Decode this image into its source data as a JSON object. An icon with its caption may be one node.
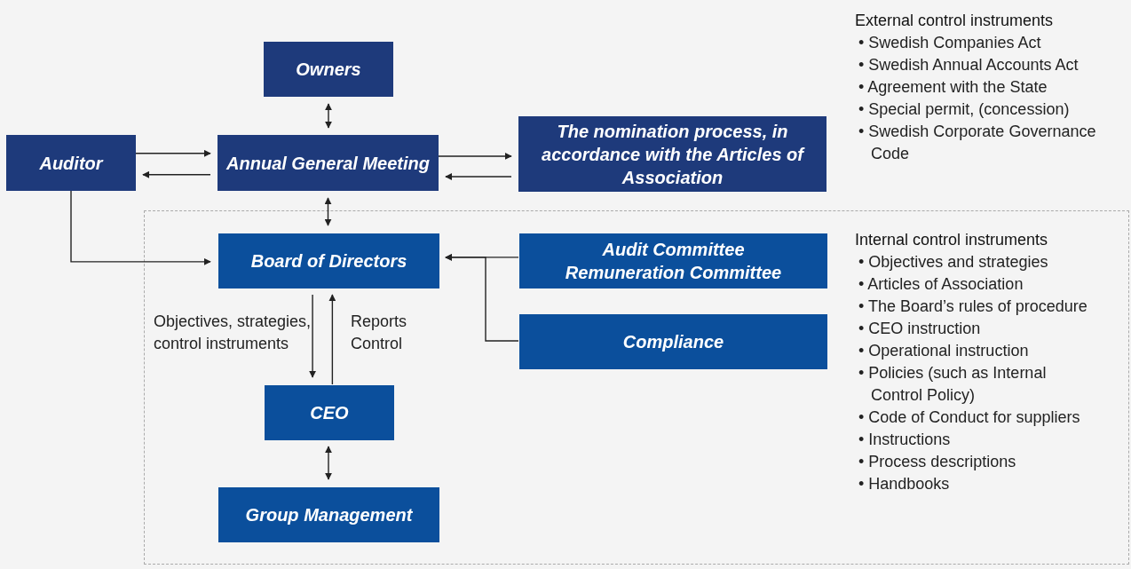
{
  "diagram": {
    "nodes": [
      {
        "text": [
          "Owners"
        ]
      },
      {
        "text": [
          "Auditor"
        ]
      },
      {
        "text": [
          "Annual General Meeting"
        ]
      },
      {
        "text": [
          "The nomination process, in accordance with the Articles of Association"
        ]
      },
      {
        "text": [],
        "shape": "box"
      },
      {
        "text": [
          "Board of Directors"
        ],
        "in": 4
      },
      {
        "text": [
          "Audit Committee",
          "Remuneration Committee"
        ],
        "in": 4
      },
      {
        "text": [
          "Compliance"
        ],
        "in": 4
      },
      {
        "text": [
          "CEO"
        ],
        "in": 4
      },
      {
        "text": [
          "Group Management"
        ],
        "in": 4
      }
    ],
    "edges": [
      {
        "from": 0,
        "to": 2,
        "arrow": "both"
      },
      {
        "from": 1,
        "to": 2,
        "arrow": "to"
      },
      {
        "from": 2,
        "to": 1,
        "arrow": "to"
      },
      {
        "from": 2,
        "to": 3,
        "arrow": "to"
      },
      {
        "from": 3,
        "to": 2,
        "arrow": "to"
      },
      {
        "from": 2,
        "to": 5,
        "arrow": "both"
      },
      {
        "from": 1,
        "to": 5,
        "arrow": "to"
      },
      {
        "from": 6,
        "to": 5,
        "arrow": "to"
      },
      {
        "from": 7,
        "to": 5,
        "arrow": "to"
      },
      {
        "from": 5,
        "to": 8,
        "arrow": "to",
        "label": "Objectives, strategies, control instruments"
      },
      {
        "from": 8,
        "to": 5,
        "arrow": "to",
        "label": "Reports Control"
      },
      {
        "from": 8,
        "to": 9,
        "arrow": "both"
      }
    ],
    "labels": [
      "External control instruments",
      "• Swedish Companies Act",
      "• Swedish Annual Accounts Act",
      "• Agreement with the State",
      "• Special permit, (concession)",
      "• Swedish Corporate Governance Code",
      "Internal control instruments",
      "• Objectives and strategies",
      "• Articles of Association",
      "• The Board’s rules of procedure",
      "• CEO instruction",
      "• Operational instruction",
      "• Policies (such as Internal Control Policy)",
      "• Code of Conduct for suppliers",
      "• Instructions",
      "• Process descriptions",
      "• Handbooks"
    ]
  }
}
